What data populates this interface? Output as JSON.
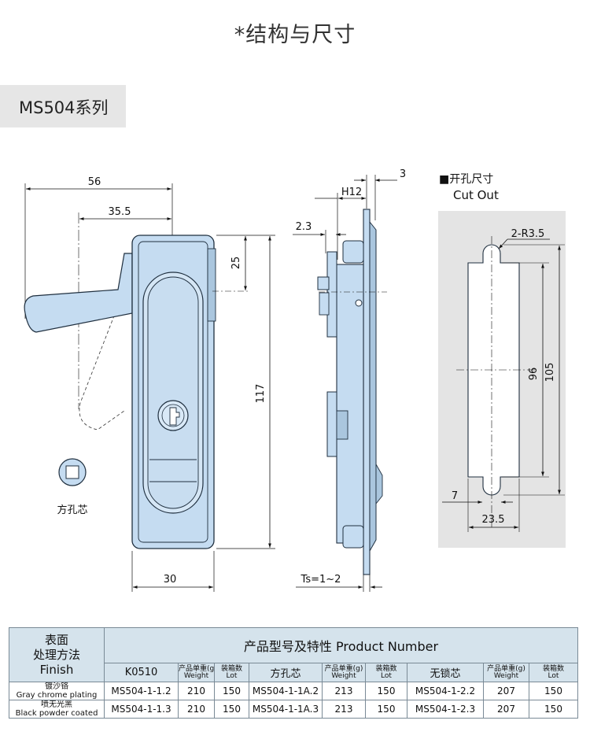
{
  "title": "*结构与尺寸",
  "series": "MS504系列",
  "front_view": {
    "dim_width": "56",
    "dim_handle": "35.5",
    "dim_top": "25",
    "dim_height": "117",
    "dim_body": "30",
    "square_core_label": "方孔芯"
  },
  "side_view": {
    "dim_3": "3",
    "dim_h12": "H12",
    "dim_2_3": "2.3",
    "dim_ts": "Ts=1~2"
  },
  "cutout": {
    "title_cn": "■开孔尺寸",
    "title_en": "Cut Out",
    "dim_radius": "2-R3.5",
    "dim_96": "96",
    "dim_105": "105",
    "dim_7": "7",
    "dim_23_5": "23.5"
  },
  "colors": {
    "part_fill": "#c5dcf1",
    "part_stroke": "#1f2f3f",
    "header_fill": "#d5e3ec",
    "cutout_bg": "#e4e4e4"
  },
  "table": {
    "finish_header": [
      "表面",
      "处理方法",
      "Finish"
    ],
    "product_header": "产品型号及特性 Product Number",
    "groups": [
      "K0510",
      "方孔芯",
      "无锁芯"
    ],
    "weight_label": [
      "产品单重(g)",
      "Weight"
    ],
    "lot_label": [
      "装箱数",
      "Lot"
    ],
    "rows": [
      {
        "finish_cn": "镀沙铬",
        "finish_en": "Gray chrome plating",
        "cells": [
          "MS504-1-1.2",
          "210",
          "150",
          "MS504-1-1A.2",
          "213",
          "150",
          "MS504-1-2.2",
          "207",
          "150"
        ]
      },
      {
        "finish_cn": "喷无光黑",
        "finish_en": "Black powder coated",
        "cells": [
          "MS504-1-1.3",
          "210",
          "150",
          "MS504-1-1A.3",
          "213",
          "150",
          "MS504-1-2.3",
          "207",
          "150"
        ]
      }
    ]
  }
}
